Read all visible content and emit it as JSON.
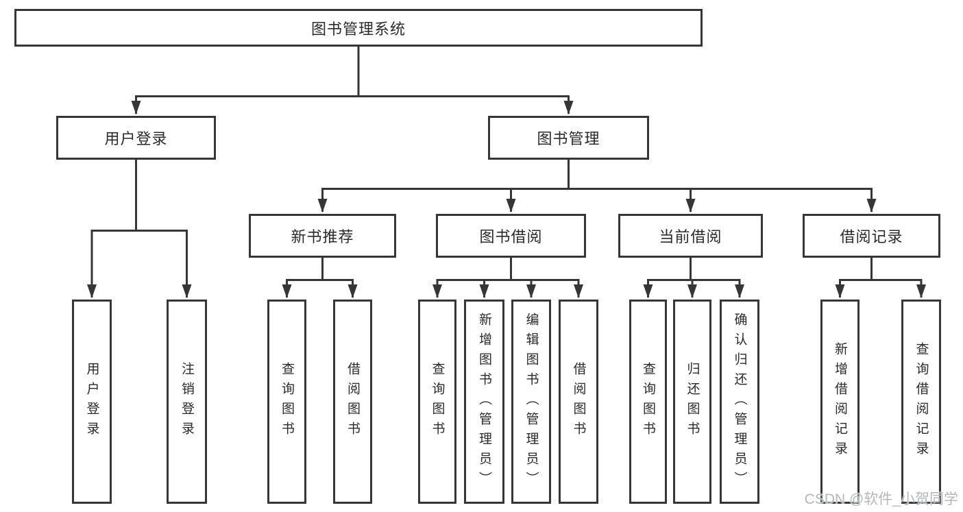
{
  "diagram": {
    "type": "hierarchy-tree",
    "tree": {
      "root": {
        "label": "图书管理系统"
      },
      "branches": [
        {
          "label": "用户登录",
          "children": [
            {
              "label": "用户登录"
            },
            {
              "label": "注销登录"
            }
          ]
        },
        {
          "label": "图书管理",
          "children": [
            {
              "label": "新书推荐",
              "children": [
                {
                  "label": "查询图书"
                },
                {
                  "label": "借阅图书"
                }
              ]
            },
            {
              "label": "图书借阅",
              "children": [
                {
                  "label": "查询图书"
                },
                {
                  "label": "新增图书（管理员）"
                },
                {
                  "label": "编辑图书（管理员）"
                },
                {
                  "label": "借阅图书"
                }
              ]
            },
            {
              "label": "当前借阅",
              "children": [
                {
                  "label": "查询图书"
                },
                {
                  "label": "归还图书"
                },
                {
                  "label": "确认归还（管理员）"
                }
              ]
            },
            {
              "label": "借阅记录",
              "children": [
                {
                  "label": "新增借阅记录"
                },
                {
                  "label": "查询借阅记录"
                }
              ]
            }
          ]
        }
      ]
    }
  },
  "watermark": {
    "text": "CSDN @软件_小贺同学"
  },
  "colors": {
    "line": "#363636",
    "box_border": "#363636",
    "box_fill": "#ffffff",
    "text": "#2a2a2a",
    "watermark_text": "#b3b6bb",
    "background": "#ffffff"
  }
}
